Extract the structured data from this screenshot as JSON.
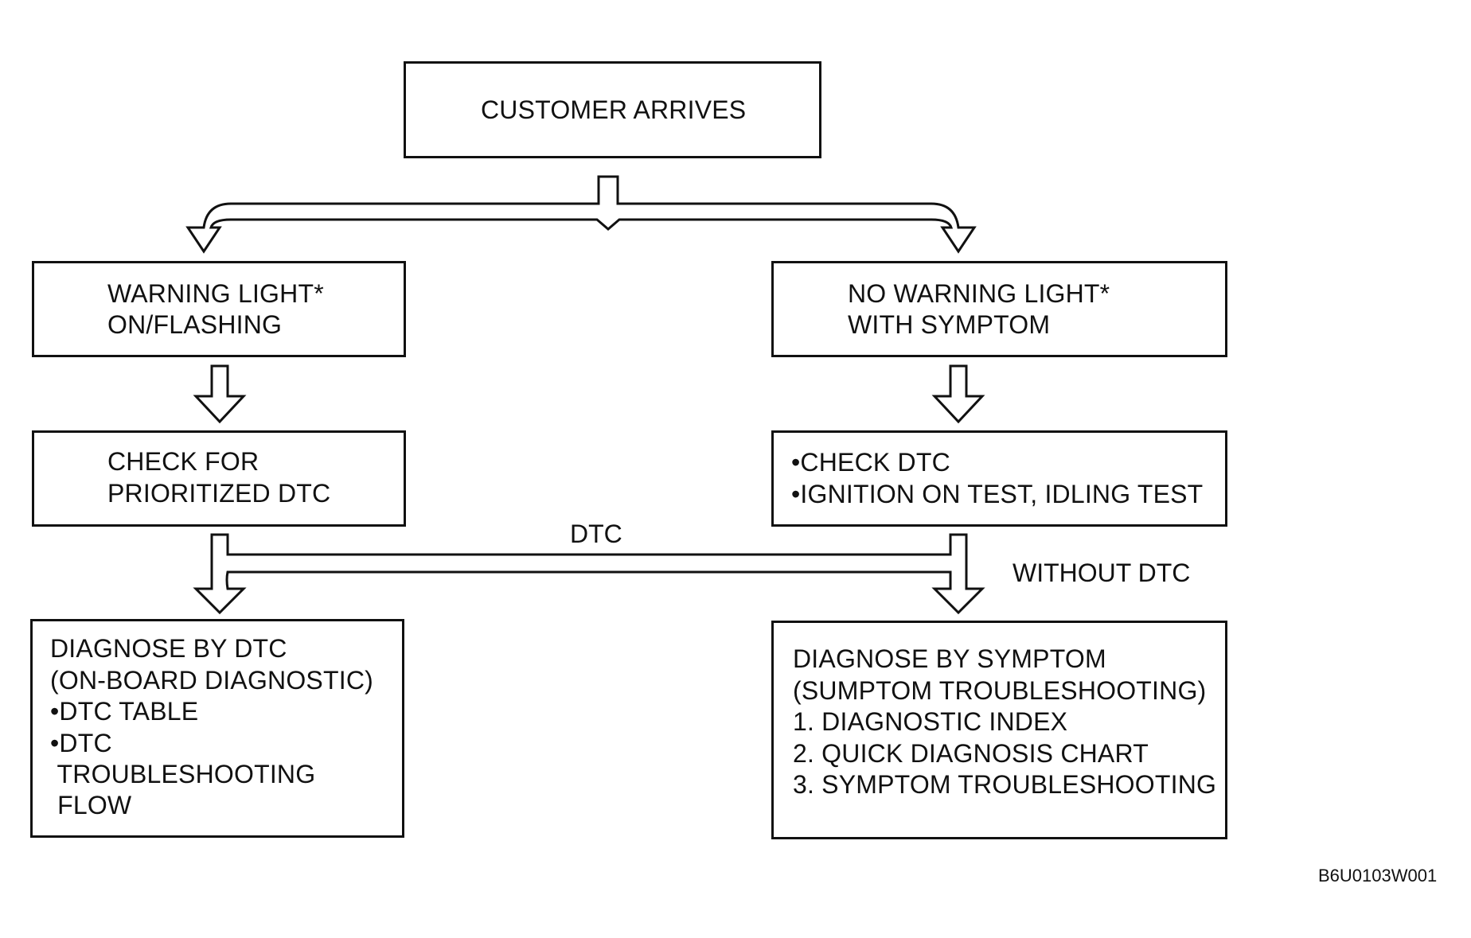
{
  "nodes": {
    "customer_arrives": "CUSTOMER ARRIVES",
    "warning_light": {
      "line1": "WARNING LIGHT*",
      "line2": "ON/FLASHING"
    },
    "no_warning_light": {
      "line1": "NO WARNING LIGHT*",
      "line2": "WITH SYMPTOM"
    },
    "check_prioritized": {
      "line1": "CHECK FOR",
      "line2": "PRIORITIZED DTC"
    },
    "check_dtc": {
      "line1": "•CHECK DTC",
      "line2": "•IGNITION ON TEST, IDLING TEST"
    },
    "diagnose_dtc": {
      "line1": "DIAGNOSE BY DTC",
      "line2": "(ON-BOARD DIAGNOSTIC)",
      "line3": "•DTC TABLE",
      "line4": "•DTC",
      "line5": " TROUBLESHOOTING",
      "line6": " FLOW"
    },
    "diagnose_symptom": {
      "line1": "DIAGNOSE BY SYMPTOM",
      "line2": "(SUMPTOM TROUBLESHOOTING)",
      "line3": "1. DIAGNOSTIC INDEX",
      "line4": "2. QUICK DIAGNOSIS CHART",
      "line5": "3. SYMPTOM TROUBLESHOOTING"
    }
  },
  "edge_labels": {
    "dtc": "DTC",
    "without_dtc": "WITHOUT DTC"
  },
  "figure_code": "B6U0103W001"
}
